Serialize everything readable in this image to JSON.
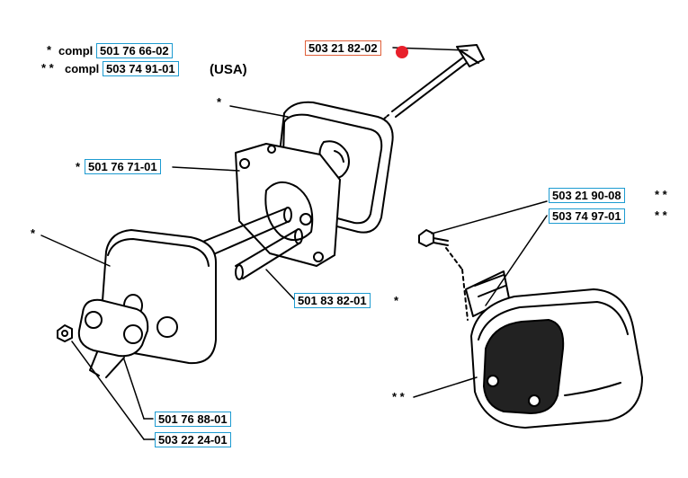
{
  "legend": {
    "row1_marker": "*",
    "row1_prefix": "compl",
    "row1_part": "501 76 66-02",
    "row2_marker": "* *",
    "row2_prefix": "compl",
    "row2_part": "503 74 91-01",
    "region": "(USA)"
  },
  "parts": {
    "p1": "503 21 82-02",
    "p2": "501 76 71-01",
    "p2_marker": "*",
    "p3": "503 21 90-08",
    "p3_marker": "* *",
    "p4": "503 74 97-01",
    "p4_marker": "* *",
    "p5": "501 83 82-01",
    "p5_marker": "*",
    "p6": "501 76 88-01",
    "p7": "503 22 24-01"
  },
  "callouts": {
    "upper_cover": "*",
    "left_cover": "*",
    "right_muffler": "* *"
  },
  "colors": {
    "box_border": "#1d9bd1",
    "highlight_border": "#e0603a",
    "highlight_dot": "#e8202b"
  }
}
